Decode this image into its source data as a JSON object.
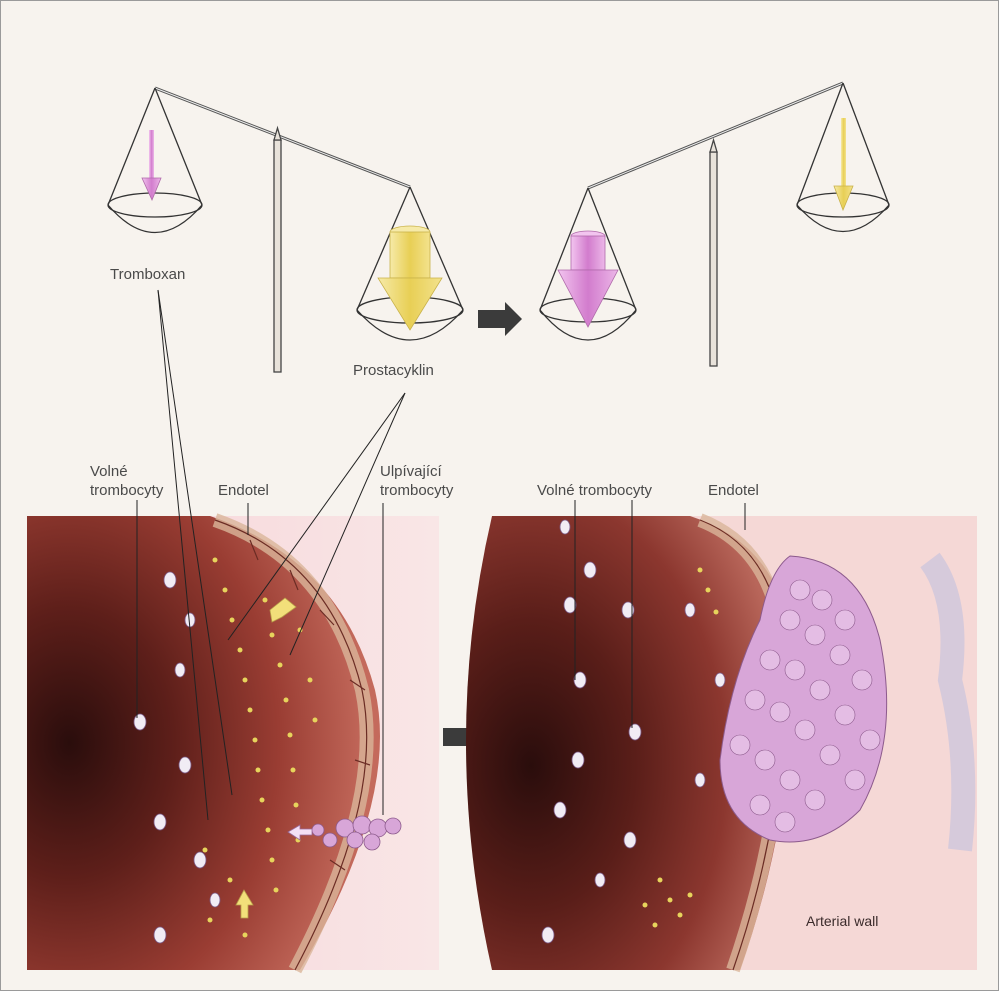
{
  "labels": {
    "tromboxan": "Tromboxan",
    "prostacyklin": "Prostacyklin",
    "volne_trombocyty_left_line1": "Volné",
    "volne_trombocyty_left_line2": "trombocyty",
    "endotel_left": "Endotel",
    "ulpivajici_line1": "Ulpívající",
    "ulpivajici_line2": "trombocyty",
    "volne_trombocyty_right": "Volné trombocyty",
    "endotel_right": "Endotel",
    "arterial_wall": "Arterial wall"
  },
  "colors": {
    "tromboxan_pink": "#d98bd6",
    "prostacyklin_yellow": "#ecd56a",
    "vessel_dark": "#5e1f1a",
    "vessel_pink": "#f3c9cf",
    "platelet_cluster": "#d8a6d8",
    "arrow_dark": "#3b3b3b"
  }
}
